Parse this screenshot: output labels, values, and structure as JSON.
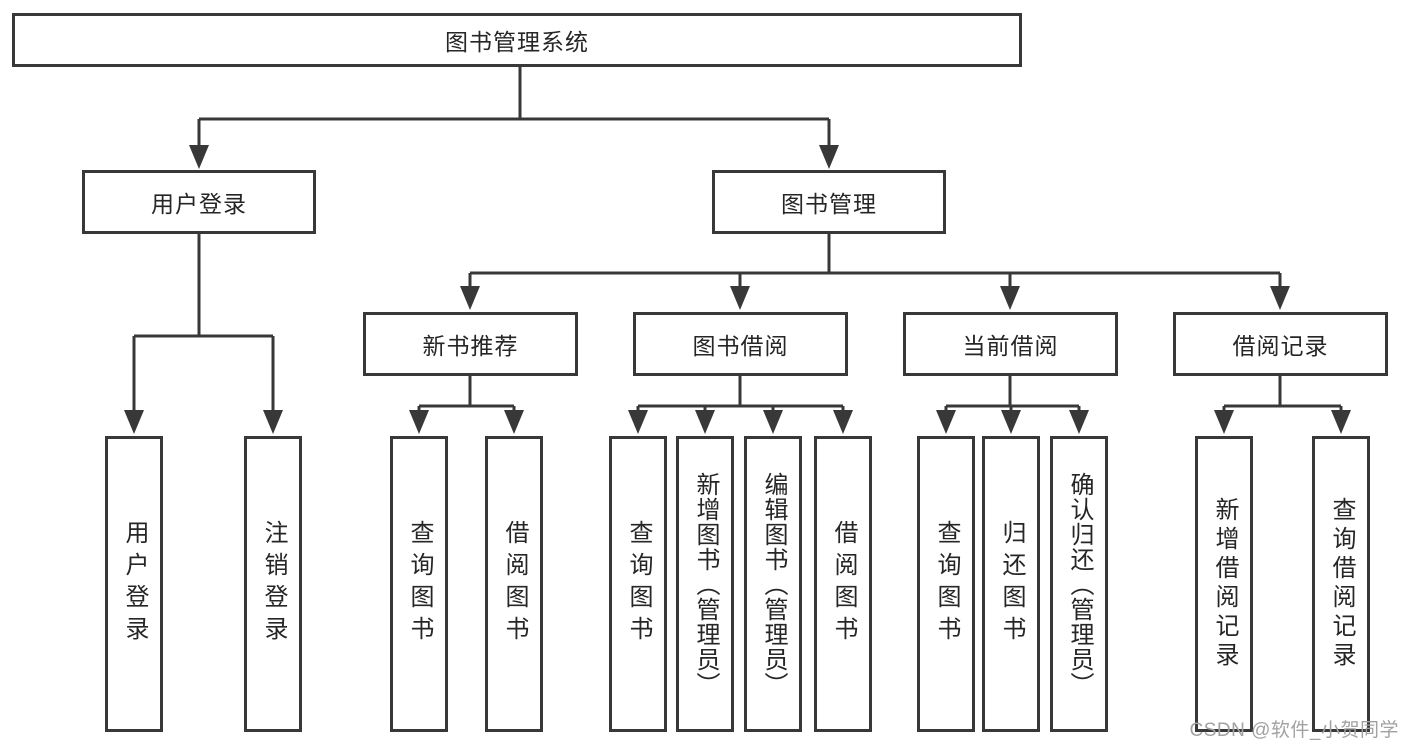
{
  "root": {
    "label": "图书管理系统"
  },
  "branches": {
    "user_login": {
      "label": "用户登录"
    },
    "book_management": {
      "label": "图书管理"
    }
  },
  "sections": {
    "new_book_recommend": {
      "label": "新书推荐"
    },
    "book_borrow": {
      "label": "图书借阅"
    },
    "current_borrow": {
      "label": "当前借阅"
    },
    "borrow_records": {
      "label": "借阅记录"
    }
  },
  "leaves": {
    "login": {
      "label": "用户登录"
    },
    "logout": {
      "label": "注销登录"
    },
    "recommend_query_books": {
      "label": "查询图书"
    },
    "recommend_borrow_books": {
      "label": "借阅图书"
    },
    "borrow_query_books": {
      "label": "查询图书"
    },
    "borrow_add_books_admin": {
      "label": "新增图书（管理员）"
    },
    "borrow_edit_books_admin": {
      "label": "编辑图书（管理员）"
    },
    "borrow_borrow_books": {
      "label": "借阅图书"
    },
    "current_query_books": {
      "label": "查询图书"
    },
    "current_return_books": {
      "label": "归还图书"
    },
    "current_confirm_return_admin": {
      "label": "确认归还（管理员）"
    },
    "records_add_record": {
      "label": "新增借阅记录"
    },
    "records_query_record": {
      "label": "查询借阅记录"
    }
  },
  "watermark": {
    "text": "CSDN @软件_小贺同学"
  },
  "colors": {
    "line": "#383838",
    "text": "#262626",
    "watermark": "#a2a2a2",
    "background": "#ffffff"
  }
}
